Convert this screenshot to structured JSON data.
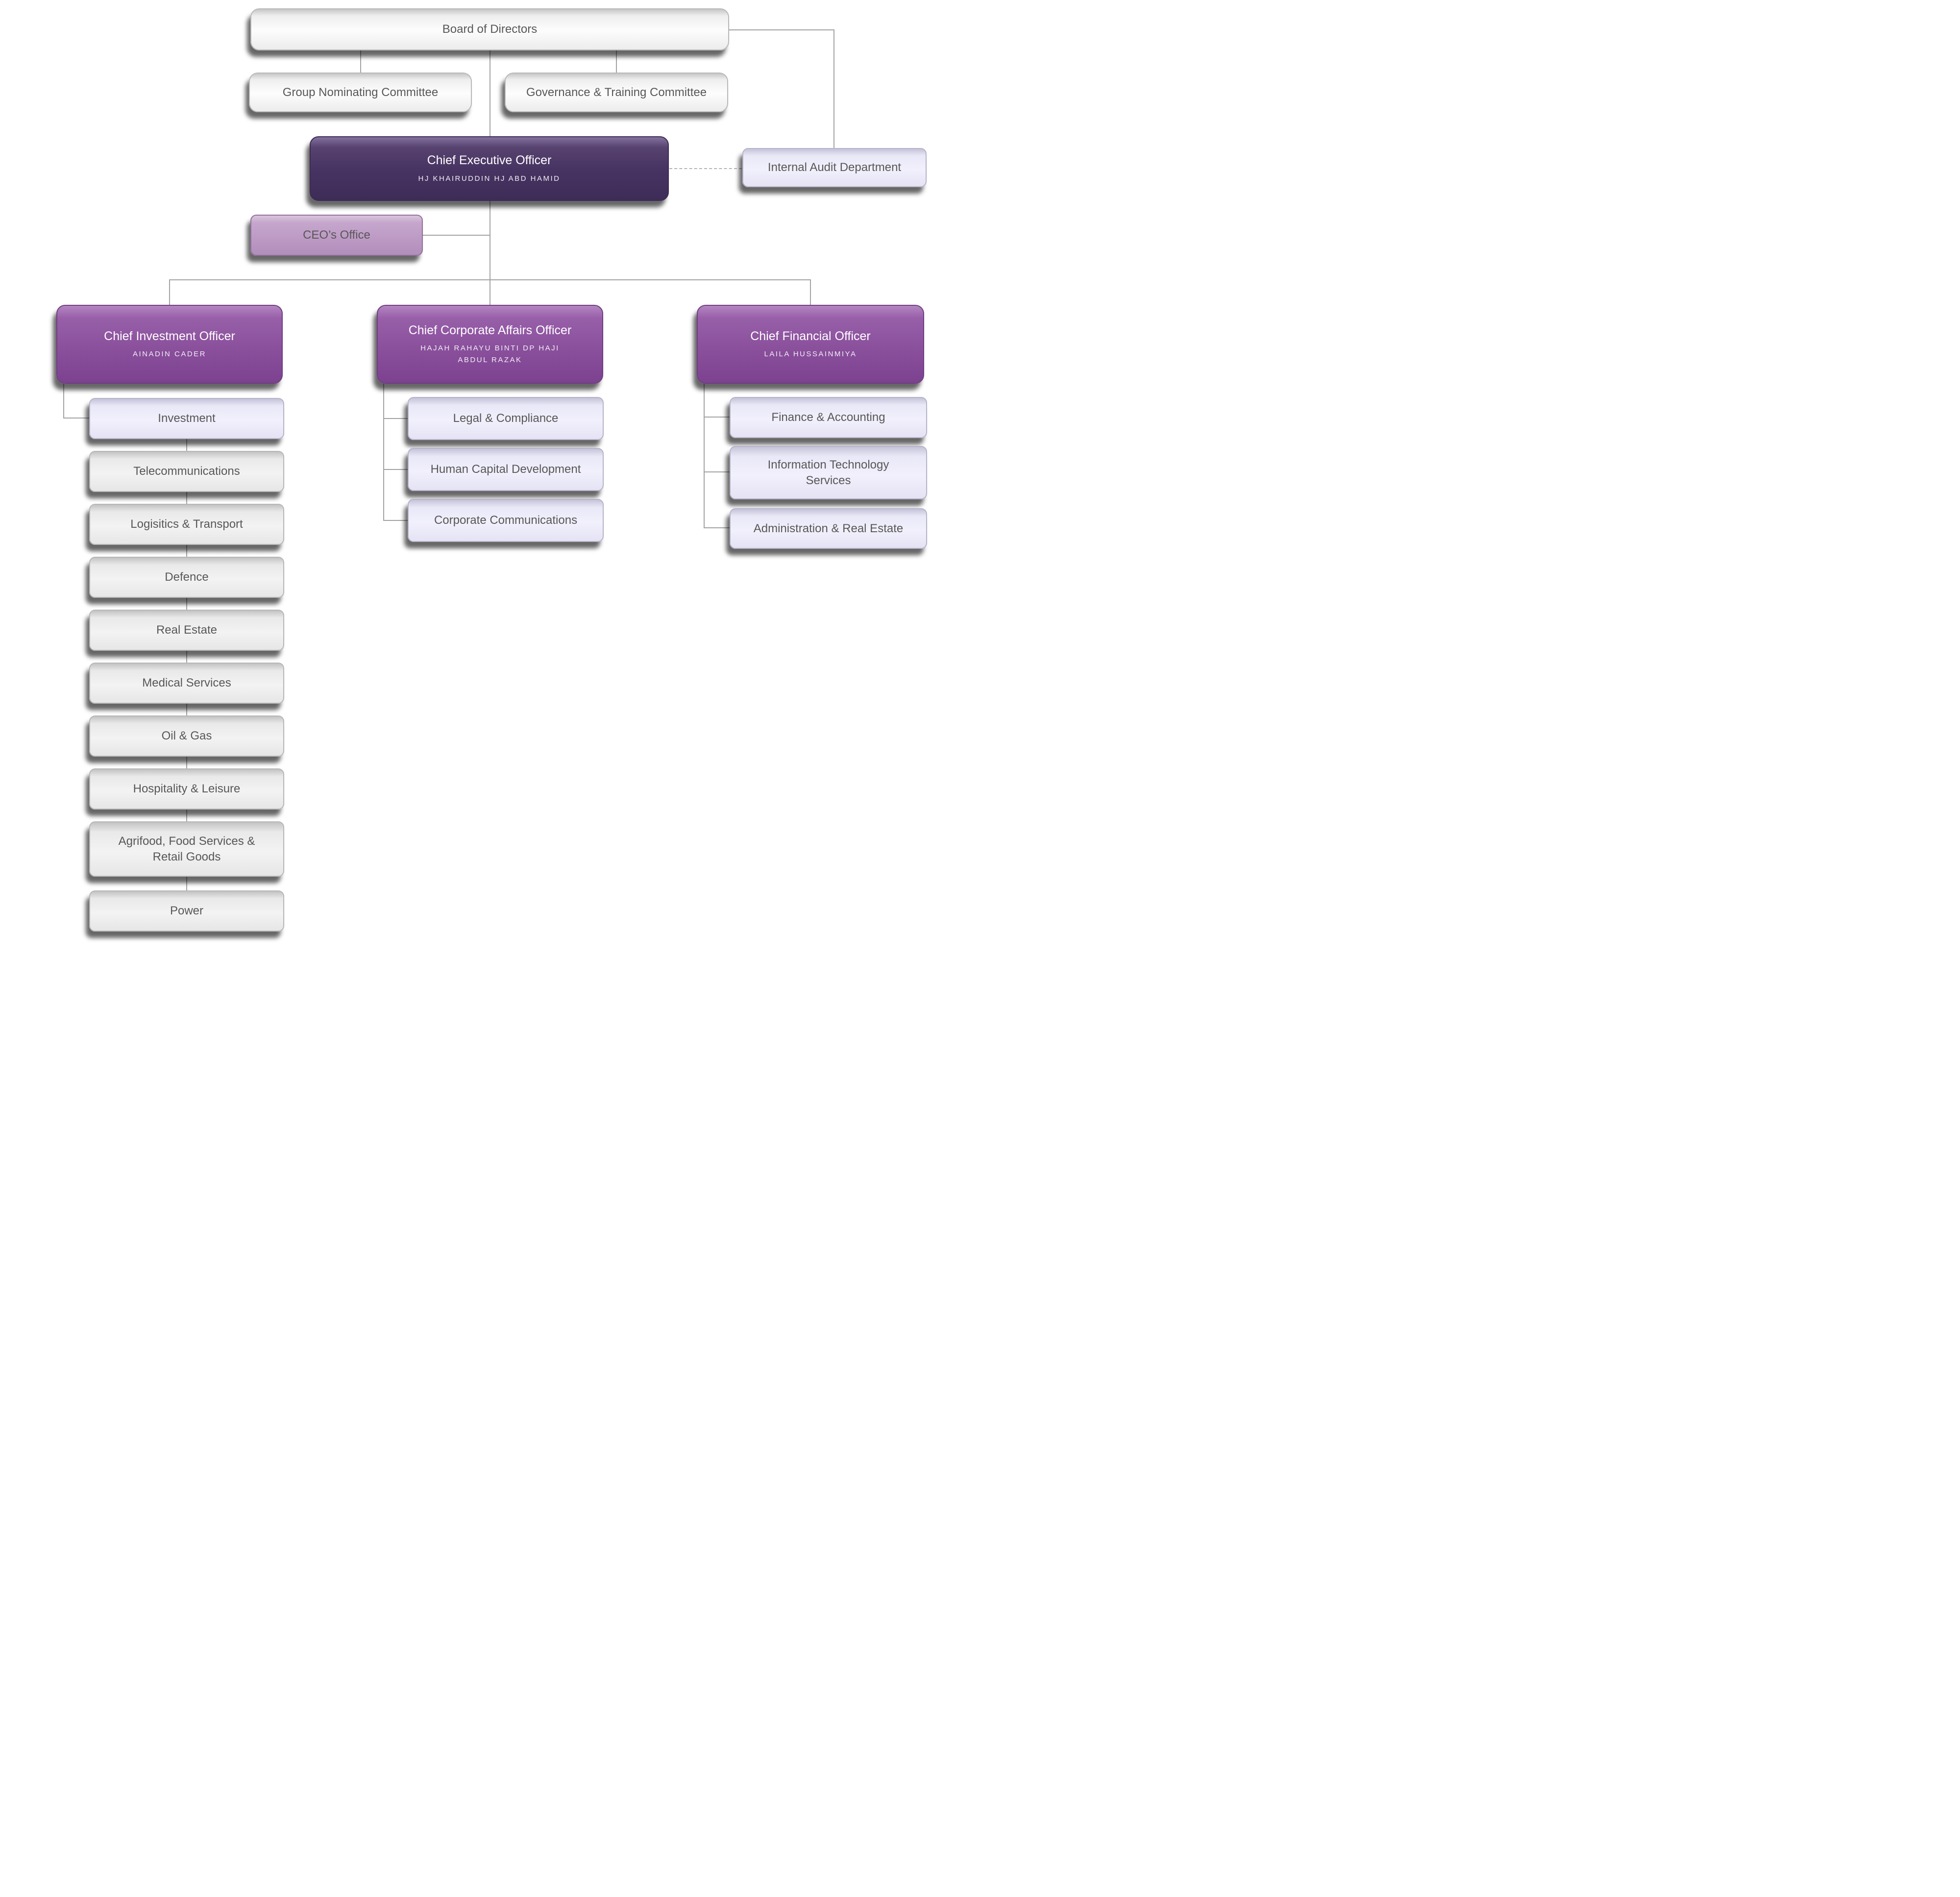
{
  "org": {
    "board": "Board of Directors",
    "committees": [
      "Group Nominating Committee",
      "Governance & Training Committee"
    ],
    "ceo": {
      "title": "Chief Executive Officer",
      "name": "HJ KHAIRUDDIN HJ ABD HAMID"
    },
    "internal_audit": "Internal Audit Department",
    "ceo_office": "CEO’s Office",
    "chiefs": [
      {
        "title": "Chief Investment Officer",
        "name": "AINADIN CADER"
      },
      {
        "title": "Chief Corporate Affairs Officer",
        "name": "HAJAH RAHAYU BINTI DP HAJI ABDUL RAZAK"
      },
      {
        "title": "Chief Financial Officer",
        "name": "LAILA HUSSAINMIYA"
      }
    ],
    "investment_units": [
      "Investment",
      "Telecommunications",
      "Logisitics & Transport",
      "Defence",
      "Real Estate",
      "Medical Services",
      "Oil & Gas",
      "Hospitality & Leisure",
      "Agrifood, Food Services & Retail Goods",
      "Power"
    ],
    "corporate_units": [
      "Legal & Compliance",
      "Human Capital Development",
      "Corporate Communications"
    ],
    "finance_units": [
      "Finance & Accounting",
      "Information Technology Services",
      "Administration & Real Estate"
    ],
    "colors": {
      "ceo_fill": "#483463",
      "chief_fill": "#8b519d",
      "ceo_office_fill": "#bd9bc5",
      "lavender_fill": "#f1f0fc",
      "gray_fill": "#f3f3f3",
      "white_fill": "#fdfdfd",
      "connector": "#a3a3a3",
      "text": "#575757"
    }
  }
}
